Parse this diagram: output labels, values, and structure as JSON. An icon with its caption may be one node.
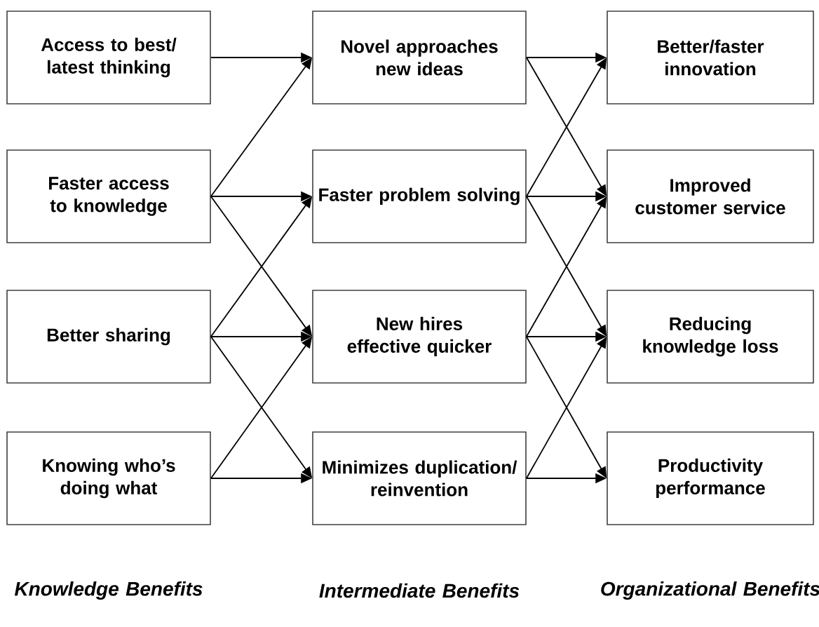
{
  "diagram": {
    "nodes": [
      {
        "text": [
          "Access to best/ latest thinking"
        ]
      },
      {
        "text": [
          "Faster access to knowledge"
        ]
      },
      {
        "text": [
          "Better sharing"
        ]
      },
      {
        "text": [
          "Knowing who’s doing what"
        ]
      },
      {
        "text": [
          "Novel approaches new ideas"
        ]
      },
      {
        "text": [
          "Faster problem solving"
        ]
      },
      {
        "text": [
          "New hires effective quicker"
        ]
      },
      {
        "text": [
          "Minimizes duplication/ reinvention"
        ]
      },
      {
        "text": [
          "Better/faster innovation"
        ]
      },
      {
        "text": [
          "Improved customer service"
        ]
      },
      {
        "text": [
          "Reducing knowledge loss"
        ]
      },
      {
        "text": [
          "Productivity performance"
        ]
      }
    ],
    "edges": [
      {
        "from": 0,
        "to": 4,
        "arrow": "to"
      },
      {
        "from": 1,
        "to": 4,
        "arrow": "to"
      },
      {
        "from": 1,
        "to": 5,
        "arrow": "to"
      },
      {
        "from": 1,
        "to": 6,
        "arrow": "to"
      },
      {
        "from": 2,
        "to": 5,
        "arrow": "to"
      },
      {
        "from": 2,
        "to": 6,
        "arrow": "to"
      },
      {
        "from": 2,
        "to": 7,
        "arrow": "to"
      },
      {
        "from": 3,
        "to": 6,
        "arrow": "to"
      },
      {
        "from": 3,
        "to": 7,
        "arrow": "to"
      },
      {
        "from": 4,
        "to": 8,
        "arrow": "to"
      },
      {
        "from": 4,
        "to": 9,
        "arrow": "to"
      },
      {
        "from": 5,
        "to": 8,
        "arrow": "to"
      },
      {
        "from": 5,
        "to": 9,
        "arrow": "to"
      },
      {
        "from": 5,
        "to": 10,
        "arrow": "to"
      },
      {
        "from": 6,
        "to": 9,
        "arrow": "to"
      },
      {
        "from": 6,
        "to": 10,
        "arrow": "to"
      },
      {
        "from": 6,
        "to": 11,
        "arrow": "to"
      },
      {
        "from": 7,
        "to": 10,
        "arrow": "to"
      },
      {
        "from": 7,
        "to": 11,
        "arrow": "to"
      }
    ],
    "labels": [
      "Knowledge Benefits",
      "Intermediate Benefits",
      "Organizational Benefits"
    ]
  }
}
